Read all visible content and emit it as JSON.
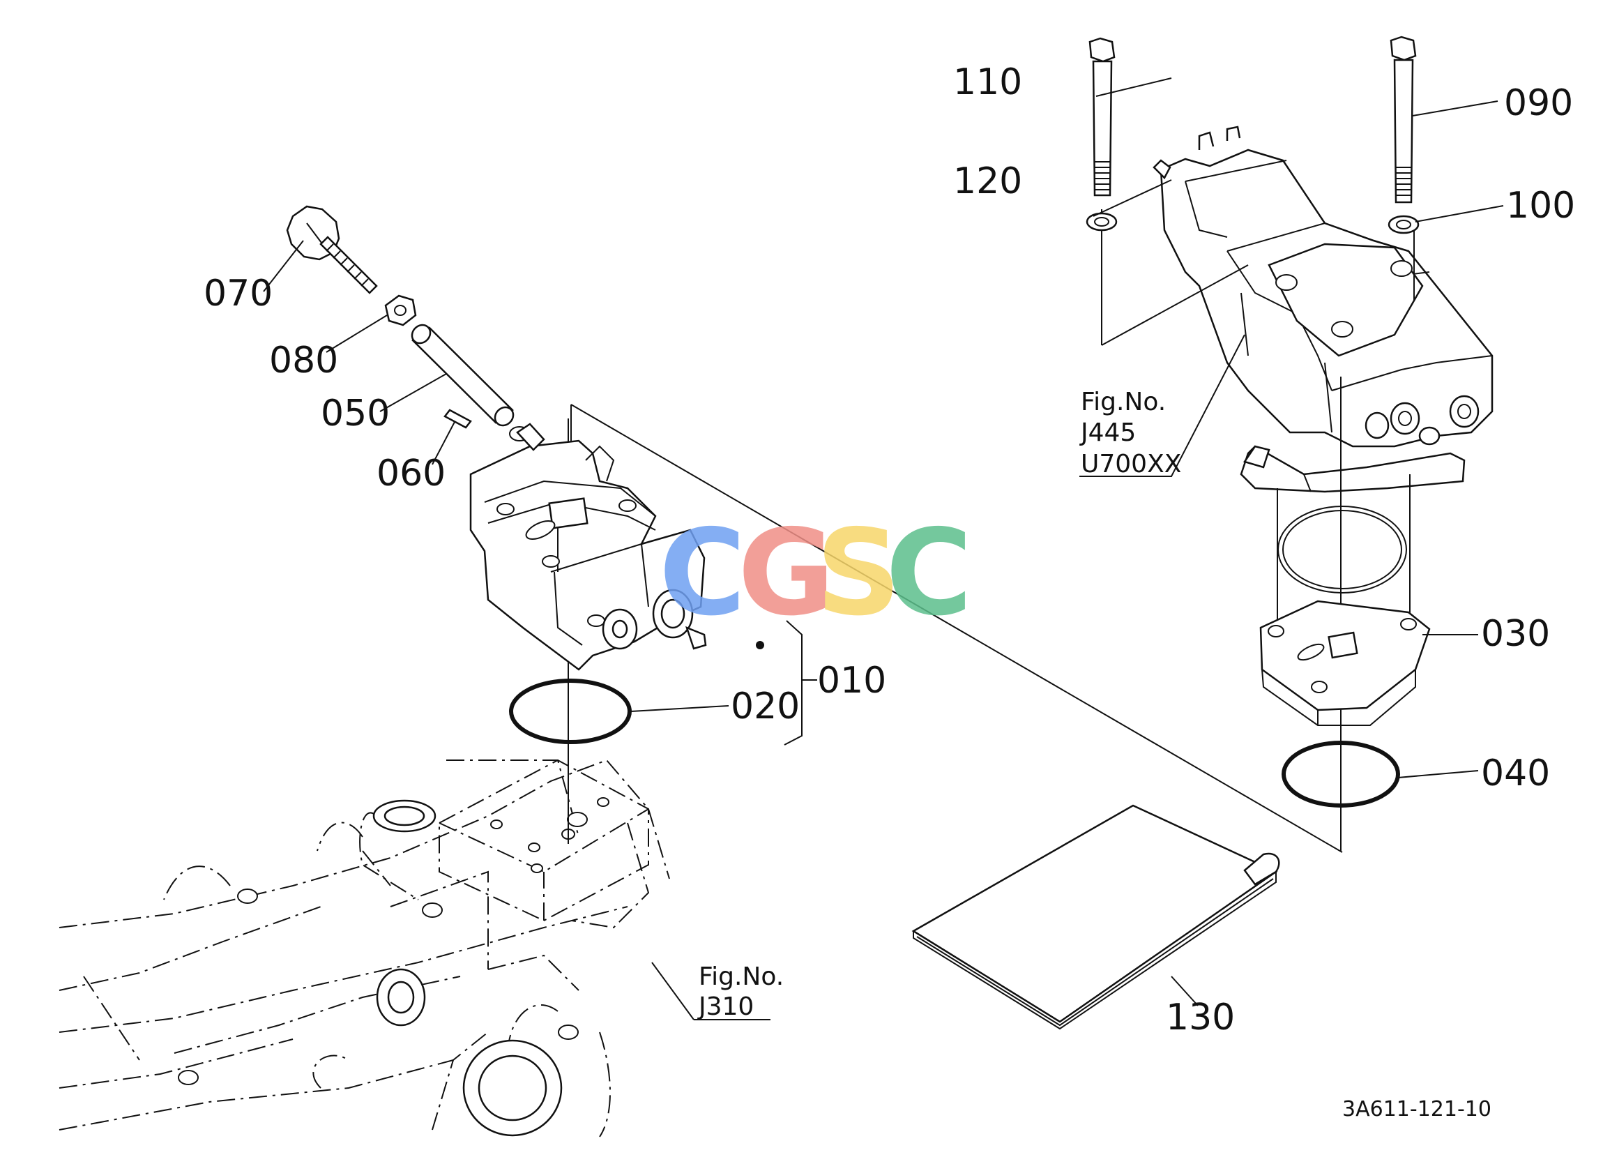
{
  "callouts": {
    "p010": "010",
    "p020": "020",
    "p030": "030",
    "p040": "040",
    "p050": "050",
    "p060": "060",
    "p070": "070",
    "p080": "080",
    "p090": "090",
    "p100": "100",
    "p110": "110",
    "p120": "120",
    "p130": "130"
  },
  "figure_refs": {
    "upper": {
      "label": "Fig.No.",
      "num1": "J445",
      "num2": "U700XX"
    },
    "lower": {
      "label": "Fig.No.",
      "num1": "J310"
    }
  },
  "watermark": {
    "letters": [
      "C",
      "G",
      "S",
      "C"
    ],
    "colors": [
      "#6fa0f2",
      "#f08f87",
      "#f7d66a",
      "#5cbf8c"
    ]
  },
  "doc_id": "3A611-121-10"
}
